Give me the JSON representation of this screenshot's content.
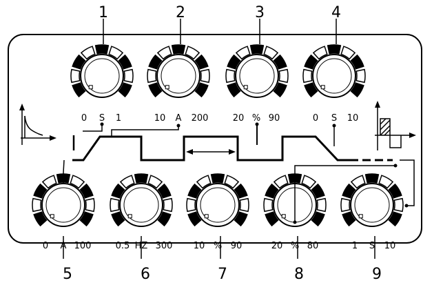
{
  "callouts": [
    "1",
    "2",
    "3",
    "4",
    "5",
    "6",
    "7",
    "8",
    "9"
  ],
  "knobs": [
    {
      "id": "1",
      "scale_min": "0",
      "unit": "S",
      "scale_max": "1"
    },
    {
      "id": "2",
      "scale_min": "10",
      "unit": "A",
      "scale_max": "200"
    },
    {
      "id": "3",
      "scale_min": "20",
      "unit": "%",
      "scale_max": "90"
    },
    {
      "id": "4",
      "scale_min": "0",
      "unit": "S",
      "scale_max": "10"
    },
    {
      "id": "5",
      "scale_min": "0",
      "unit": "A",
      "scale_max": "100"
    },
    {
      "id": "6",
      "scale_min": "0.5",
      "unit": "HZ",
      "scale_max": "300"
    },
    {
      "id": "7",
      "scale_min": "10",
      "unit": "%",
      "scale_max": "90"
    },
    {
      "id": "8",
      "scale_min": "20",
      "unit": "%",
      "scale_max": "80"
    },
    {
      "id": "9",
      "scale_min": "1",
      "unit": "S",
      "scale_max": "10"
    }
  ],
  "icons": {
    "left_mode": "current-decay-graph-icon",
    "right_mode": "ac-square-wave-icon",
    "knob": "rotary-knob-icon",
    "process": "welding-current-sequence-diagram"
  }
}
